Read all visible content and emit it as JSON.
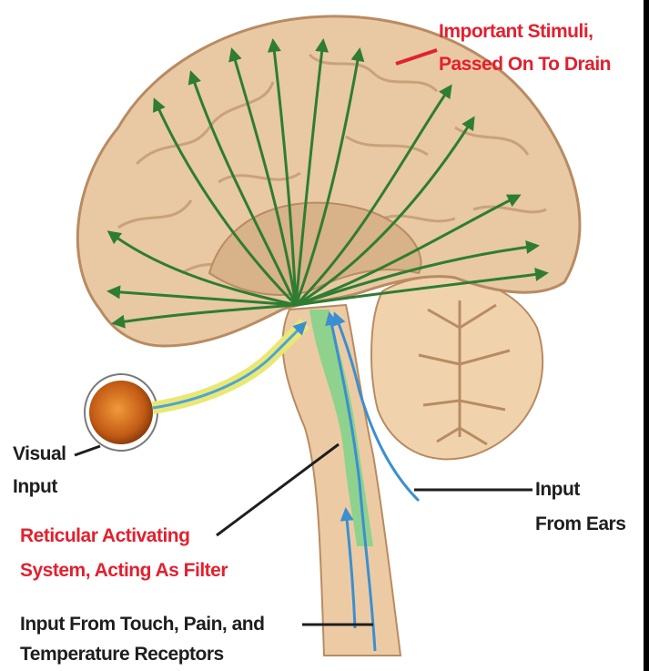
{
  "colors": {
    "stimuli_label": "#e3202e",
    "label_text": "#1e1e1e",
    "brain_tissue": "#e8c9a3",
    "arrow_green": "#2e7d32",
    "ras_highlight": "#7fd48a",
    "nerve_blue": "#4da3d8",
    "eye_orange": "#c9641c"
  },
  "labels": {
    "important_stimuli_line1": "Important Stimuli,",
    "important_stimuli_line2": "Passed On To Drain",
    "visual_input_line1": "Visual",
    "visual_input_line2": "Input",
    "ras_line1": "Reticular Activating",
    "ras_line2": "System, Acting As Filter",
    "ears_line1": "Input",
    "ears_line2": "From Ears",
    "touch_line1": "Input From Touch, Pain, and",
    "touch_line2": "Temperature Receptors"
  },
  "icons": {
    "brain": "brain-illustration",
    "eye": "eye-icon",
    "spinal_cord": "spinal-cord-shape",
    "cerebellum": "cerebellum-shape"
  }
}
